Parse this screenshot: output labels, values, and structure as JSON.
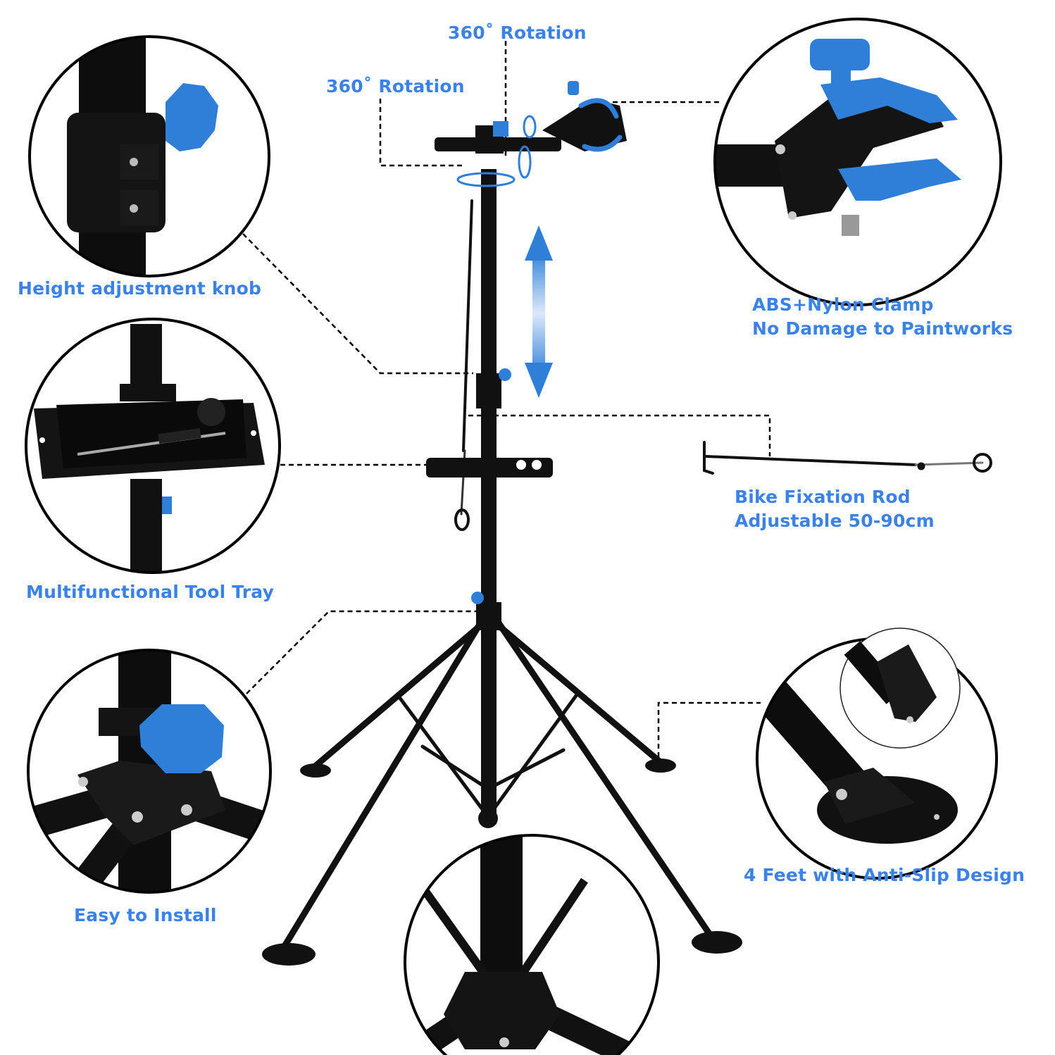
{
  "theme": {
    "label_color": "#3c82e6",
    "frame_color": "#000000",
    "accent_blue": "#2f7fd8",
    "stand_color": "#111111"
  },
  "labels": {
    "rotation_top": "360˚ Rotation",
    "rotation_mid": "360˚ Rotation",
    "height_knob": "Height adjustment knob",
    "clamp_line1": "ABS+Nylon Clamp",
    "clamp_line2": "No Damage to Paintworks",
    "tool_tray": "Multifunctional Tool Tray",
    "rod_line1": "Bike Fixation Rod",
    "rod_line2": "Adjustable 50-90cm",
    "feet": "4 Feet with Anti-Slip Design",
    "install": "Easy to Install"
  },
  "icons": {
    "knob": "blue-knob-icon",
    "updown": "up-down-arrow-icon",
    "rotate": "rotation-arrow-icon"
  }
}
